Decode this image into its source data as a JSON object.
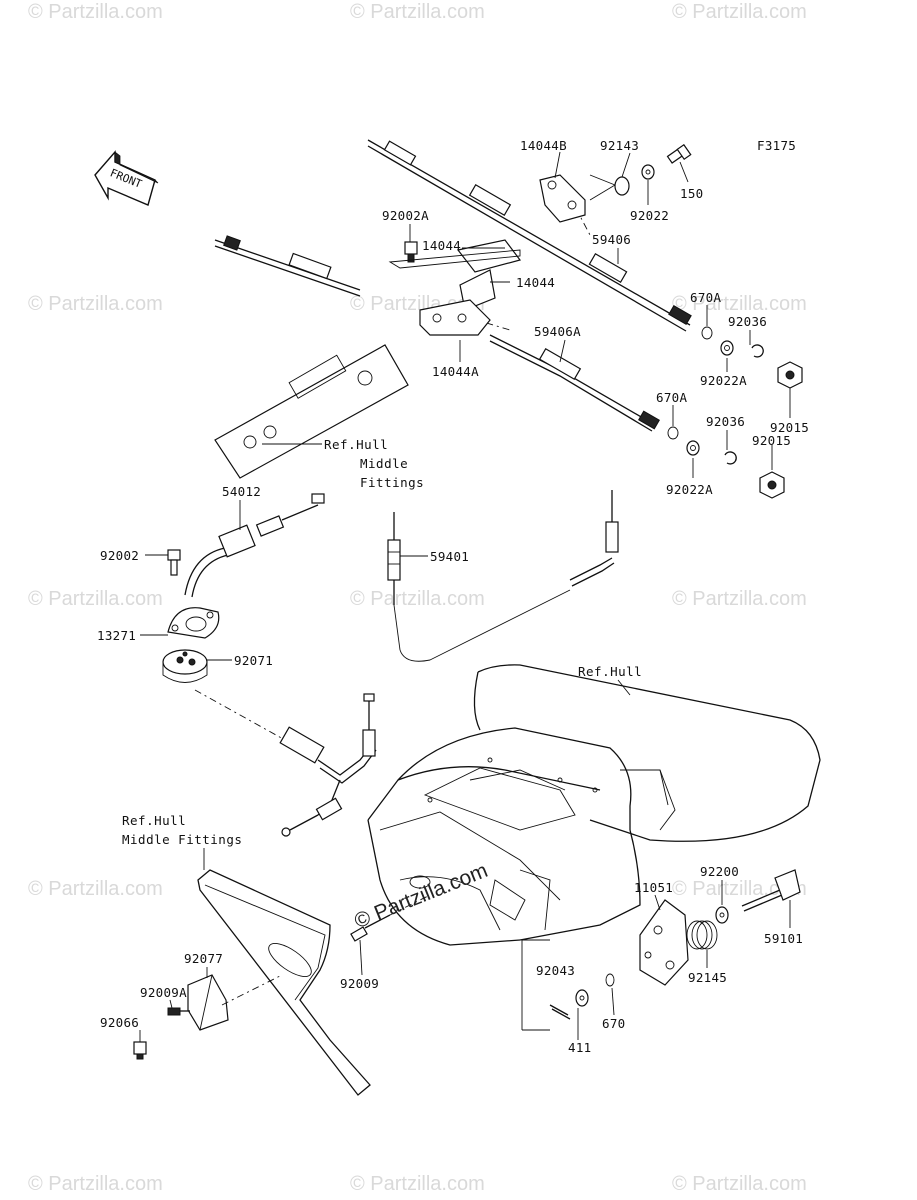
{
  "figure": {
    "code": "F3175",
    "front_label": "FRONT"
  },
  "watermark": {
    "text": "© Partzilla.com",
    "center_text": "© Partzilla.com"
  },
  "parts": [
    {
      "id": "14044B",
      "text": "14044B"
    },
    {
      "id": "92143",
      "text": "92143"
    },
    {
      "id": "150",
      "text": "150"
    },
    {
      "id": "92022",
      "text": "92022"
    },
    {
      "id": "92002A",
      "text": "92002A"
    },
    {
      "id": "14044-top",
      "text": "14044"
    },
    {
      "id": "14044-bottom",
      "text": "14044"
    },
    {
      "id": "59406",
      "text": "59406"
    },
    {
      "id": "670A-top",
      "text": "670A"
    },
    {
      "id": "92036-top",
      "text": "92036"
    },
    {
      "id": "14044A",
      "text": "14044A"
    },
    {
      "id": "59406A",
      "text": "59406A"
    },
    {
      "id": "92022A-top",
      "text": "92022A"
    },
    {
      "id": "92015-top",
      "text": "92015"
    },
    {
      "id": "670A-bottom",
      "text": "670A"
    },
    {
      "id": "92036-bottom",
      "text": "92036"
    },
    {
      "id": "92015-bottom",
      "text": "92015"
    },
    {
      "id": "92022A-bottom",
      "text": "92022A"
    },
    {
      "id": "54012",
      "text": "54012"
    },
    {
      "id": "92002",
      "text": "92002"
    },
    {
      "id": "59401",
      "text": "59401"
    },
    {
      "id": "13271",
      "text": "13271"
    },
    {
      "id": "92071",
      "text": "92071"
    },
    {
      "id": "11051",
      "text": "11051"
    },
    {
      "id": "92200",
      "text": "92200"
    },
    {
      "id": "59101",
      "text": "59101"
    },
    {
      "id": "92145",
      "text": "92145"
    },
    {
      "id": "92009",
      "text": "92009"
    },
    {
      "id": "92077",
      "text": "92077"
    },
    {
      "id": "92009A",
      "text": "92009A"
    },
    {
      "id": "92066",
      "text": "92066"
    },
    {
      "id": "92043",
      "text": "92043"
    },
    {
      "id": "411",
      "text": "411"
    },
    {
      "id": "670",
      "text": "670"
    }
  ],
  "references": {
    "hull_middle_top_line1": "Ref.Hull",
    "hull_middle_top_line2": "Middle",
    "hull_middle_top_line3": "Fittings",
    "hull": "Ref.Hull",
    "hull_middle_left_line1": "Ref.Hull",
    "hull_middle_left_line2": "Middle Fittings"
  }
}
